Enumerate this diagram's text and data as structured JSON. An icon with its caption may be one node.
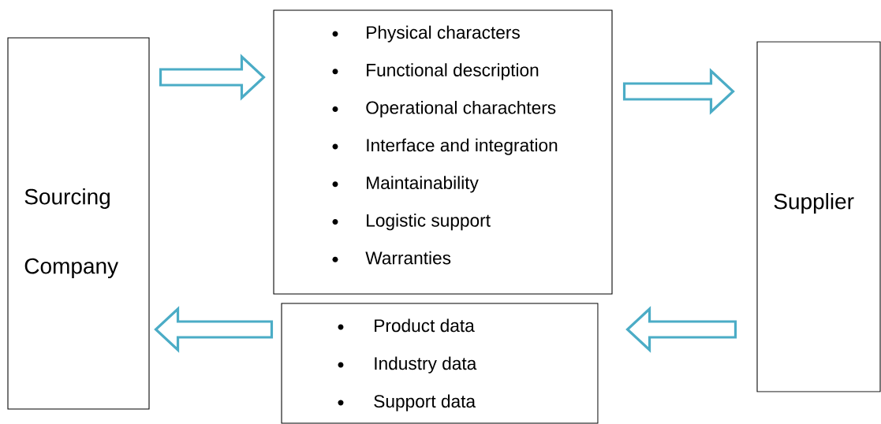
{
  "diagram": {
    "nodes": [
      {
        "text": [
          "Sourcing Company"
        ]
      },
      {
        "text": [
          "Physical characters",
          "Functional description",
          "Operational charachters",
          "Interface and integration",
          "Maintainability",
          "Logistic support",
          "Warranties"
        ]
      },
      {
        "text": [
          "Supplier"
        ]
      },
      {
        "text": [
          "Product data",
          "Industry data",
          "Support data"
        ]
      }
    ],
    "edges": [
      {
        "from": 0,
        "to": 1,
        "arrow": "to"
      },
      {
        "from": 1,
        "to": 2,
        "arrow": "to"
      },
      {
        "from": 2,
        "to": 3,
        "arrow": "to"
      },
      {
        "from": 3,
        "to": 0,
        "arrow": "to"
      }
    ]
  }
}
